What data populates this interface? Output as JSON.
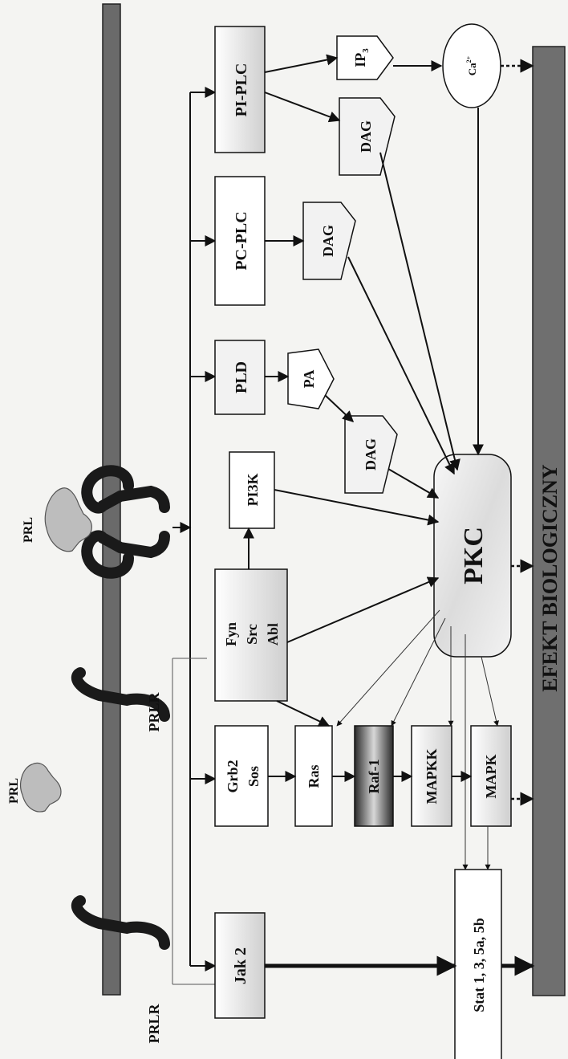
{
  "labels": {
    "prl_top": "PRL",
    "prl_bottom": "PRL",
    "prlr_mid": "PRLR",
    "prlr_bottom": "PRLR",
    "effect": "EFEKT BIOLOGICZNY"
  },
  "nodes": {
    "pi_plc": "PI-PLC",
    "ip3": "IP",
    "ip3_sub": "3",
    "ca": "Ca",
    "ca_sup": "2+",
    "dag1": "DAG",
    "pc_plc": "PC-PLC",
    "dag2": "DAG",
    "pld": "PLD",
    "pa": "PA",
    "dag3": "DAG",
    "pi3k": "PI3K",
    "pkc": "PKC",
    "fyn": "Fyn",
    "src": "Src",
    "abl": "Abl",
    "grb2": "Grb2",
    "sos": "Sos",
    "ras": "Ras",
    "raf1": "Raf-1",
    "mapkk": "MAPKK",
    "mapk": "MAPK",
    "jak2": "Jak 2",
    "stat": "Stat 1, 3, 5a, 5b"
  },
  "colors": {
    "membrane": "#6a6a6a",
    "effect_bar": "#6f6f6f",
    "box_fill": "#ffffff",
    "line": "#111111"
  }
}
